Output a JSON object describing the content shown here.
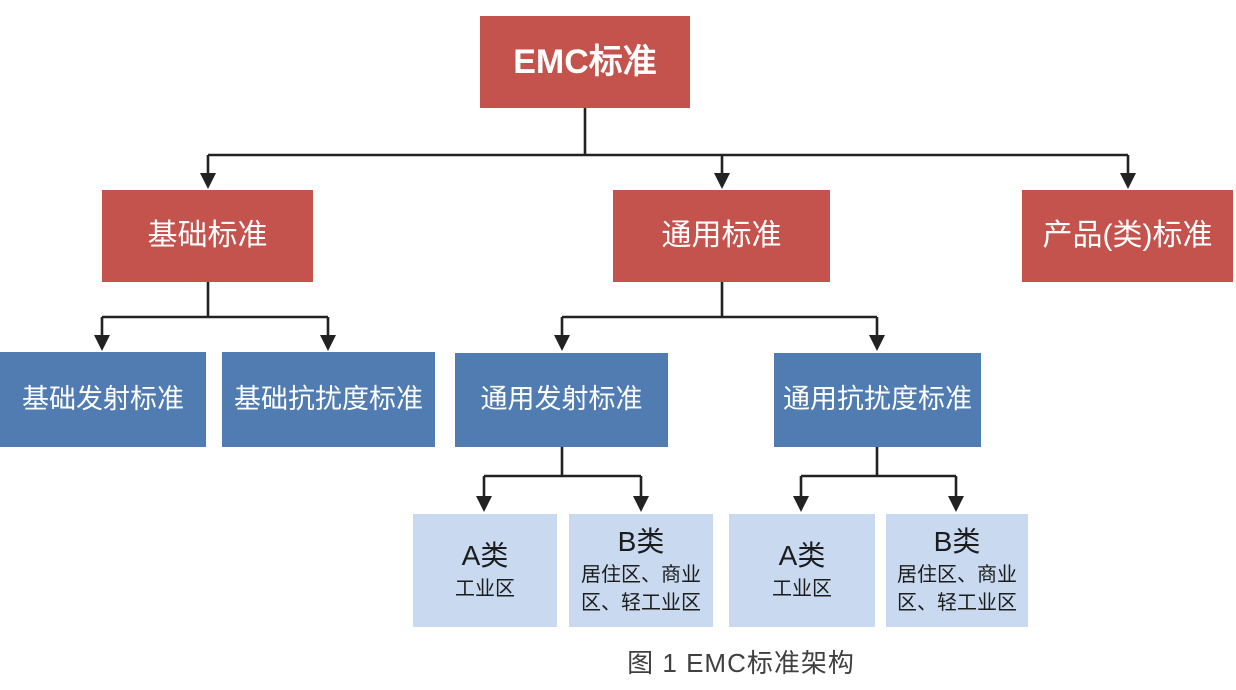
{
  "colors": {
    "red": "#c4534d",
    "blue": "#517cb2",
    "light_blue": "#c9daf0",
    "line": "#222222",
    "dark_text": "#1c1c1c",
    "caption_text": "#404040"
  },
  "nodes": {
    "root": {
      "label": "EMC标准"
    },
    "basic": {
      "label": "基础标准"
    },
    "generic": {
      "label": "通用标准"
    },
    "product": {
      "label": "产品(类)标准"
    },
    "basic_emission": {
      "label": "基础发射标准"
    },
    "basic_immunity": {
      "label": "基础抗扰度标准"
    },
    "generic_emission": {
      "label": "通用发射标准"
    },
    "generic_immunity": {
      "label": "通用抗扰度标准"
    },
    "generic_emission_class_a": {
      "label": "A类",
      "sublabel": "工业区"
    },
    "generic_emission_class_b": {
      "label": "B类",
      "sublabel": "居住区、商业区、轻工业区"
    },
    "generic_immunity_class_a": {
      "label": "A类",
      "sublabel": "工业区"
    },
    "generic_immunity_class_b": {
      "label": "B类",
      "sublabel": "居住区、商业区、轻工业区"
    }
  },
  "caption": "图 1  EMC标准架构"
}
